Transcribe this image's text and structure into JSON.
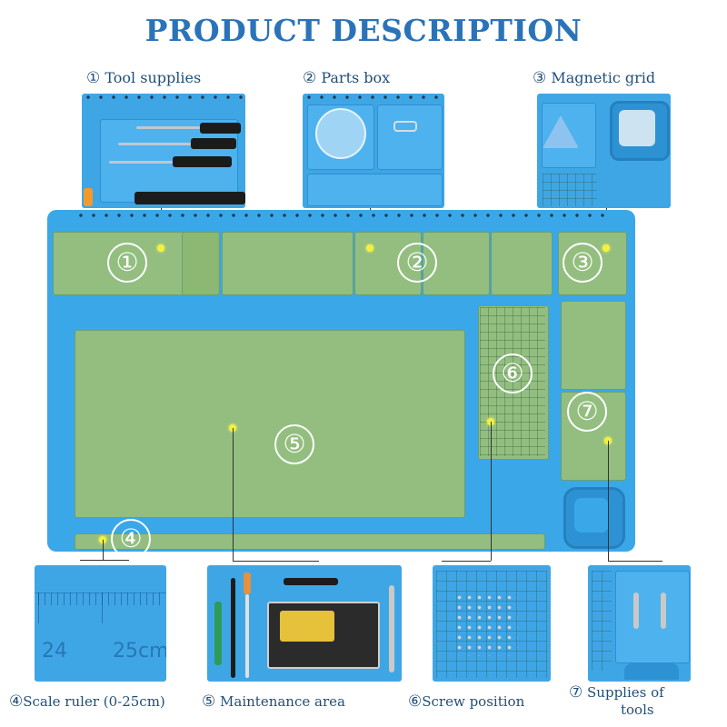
{
  "header": {
    "title": "PRODUCT DESCRIPTION"
  },
  "top_labels": [
    {
      "num": "①",
      "text": "Tool supplies"
    },
    {
      "num": "②",
      "text": "Parts box"
    },
    {
      "num": "③",
      "text": "Magnetic grid"
    }
  ],
  "mat_markers": [
    "①",
    "②",
    "③",
    "④",
    "⑤",
    "⑥",
    "⑦"
  ],
  "ruler": {
    "left_mark": "24",
    "right_mark": "25cm"
  },
  "bottom_labels": [
    {
      "num": "④",
      "text": "Scale ruler (0-25cm)"
    },
    {
      "num": "⑤",
      "text": "Maintenance area"
    },
    {
      "num": "⑥",
      "text": "Screw position"
    },
    {
      "num": "⑦",
      "text": "Supplies of",
      "text2": "tools"
    }
  ],
  "colors": {
    "title": "#2b73b9",
    "mat": "#3aa7e8",
    "zone": "#98c07a",
    "marker": "#f4f13a"
  }
}
